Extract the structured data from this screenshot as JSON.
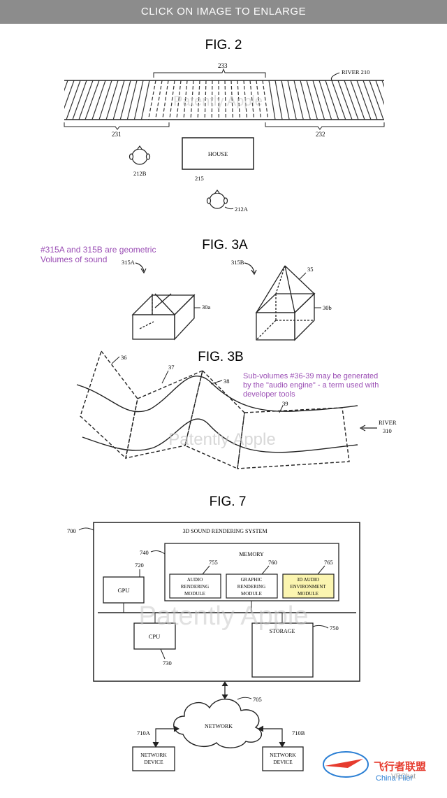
{
  "header": {
    "enlarge_text": "CLICK ON IMAGE TO ENLARGE"
  },
  "watermark": "Patently Apple",
  "fig2": {
    "title": "FIG. 2",
    "river_label": "RIVER 210",
    "ref_233": "233",
    "ref_231": "231",
    "ref_232": "232",
    "house_label": "HOUSE",
    "ref_215": "215",
    "ref_212b": "212B",
    "ref_212a": "212A"
  },
  "fig3a": {
    "title": "FIG. 3A",
    "note_line1": "#315A and 315B are geometric",
    "note_line2": "Volumes of sound",
    "ref_315a": "315A",
    "ref_315b": "315B",
    "ref_35": "35",
    "ref_30a": "30a",
    "ref_30b": "30b"
  },
  "fig3b": {
    "title": "FIG. 3B",
    "note_line1": "Sub-volumes #36-39 may be generated",
    "note_line2": "by the \"audio engine\" - a term used with",
    "note_line3": "developer tools",
    "ref_36": "36",
    "ref_37": "37",
    "ref_38": "38",
    "ref_39": "39",
    "river_line1": "RIVER",
    "river_line2": "310"
  },
  "fig7": {
    "title": "FIG. 7",
    "ref_700": "700",
    "system_title": "3D SOUND RENDERING SYSTEM",
    "ref_740": "740",
    "memory_label": "MEMORY",
    "ref_720": "720",
    "gpu_label": "GPU",
    "ref_755": "755",
    "ref_760": "760",
    "ref_765": "765",
    "module1": [
      "AUDIO",
      "RENDERING",
      "MODULE"
    ],
    "module2": [
      "GRAPHIC",
      "RENDERING",
      "MODULE"
    ],
    "module3": [
      "3D AUDIO",
      "ENVIRONMENT",
      "MODULE"
    ],
    "cpu_label": "CPU",
    "ref_730": "730",
    "storage_label": "STORAGE",
    "ref_750": "750",
    "ref_705": "705",
    "network_label": "NETWORK",
    "ref_710a": "710A",
    "ref_710b": "710B",
    "device_line1": "NETWORK",
    "device_line2": "DEVICE"
  },
  "logo": {
    "text": "飞行者联盟",
    "sub": "China Flier",
    "handle": "VRChat"
  },
  "colors": {
    "note": "#9b4fb5",
    "highlight": "#fbf5b0"
  }
}
